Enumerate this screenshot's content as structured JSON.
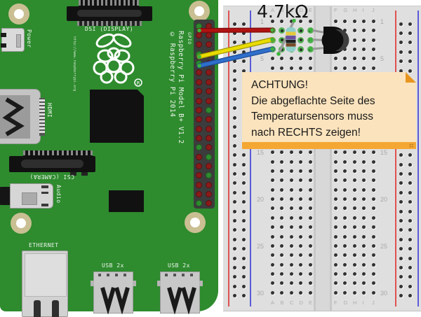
{
  "resistor": {
    "label": "4.7kΩ",
    "band_colors": [
      "#E6C83C",
      "#6E4FA0",
      "#1E1E1E",
      "#7A4A26"
    ],
    "body_color": "#8FCFC9"
  },
  "note": {
    "lines": [
      "ACHTUNG!",
      "Die abgeflachte Seite des",
      "Temperatursensors muss",
      "nach RECHTS zeigen!"
    ],
    "bg_color": "#FBE3BD",
    "bar_color": "#F5A733",
    "fold_color": "#E8951F"
  },
  "pi": {
    "board_color": "#2E8B2E",
    "labels": {
      "power": "Power",
      "dsi": "DSI (DISPLAY)",
      "hdmi": "HDMI",
      "csi": "CSI (CAMERA)",
      "audio": "Audio",
      "ethernet": "ETHERNET",
      "usb_left": "USB 2x",
      "usb_right": "USB 2x",
      "gpio": "GPIO",
      "model": "Raspberry Pi Model B+ V1.2",
      "copyright": "© Raspberry Pi 2014",
      "url": "http://www.raspberrypi.org"
    }
  },
  "breadboard": {
    "letters_left": [
      "A",
      "B",
      "C",
      "D",
      "E"
    ],
    "letters_right": [
      "F",
      "G",
      "H",
      "I",
      "J"
    ],
    "row_numbers": [
      1,
      5,
      10,
      15,
      20,
      25,
      30
    ],
    "total_rows": 30,
    "bg_color": "#DFDFDF",
    "rail_red": "#E05252",
    "rail_blue": "#5B5BD6",
    "connected_ring_color": "#55B055"
  },
  "wires": {
    "red": {
      "color": "#B01212",
      "outline": "#7E0C0C"
    },
    "yellow": {
      "color": "#E9DC00",
      "outline": "#9D9400"
    },
    "blue": {
      "color": "#2E6FCB",
      "outline": "#1C4C96"
    },
    "tip_color": "#3CB43C",
    "lead_color": "#9A9A9A"
  },
  "sensor": {
    "body_color": "#0F0F0F",
    "flat_face_color": "#3E3E3E"
  }
}
